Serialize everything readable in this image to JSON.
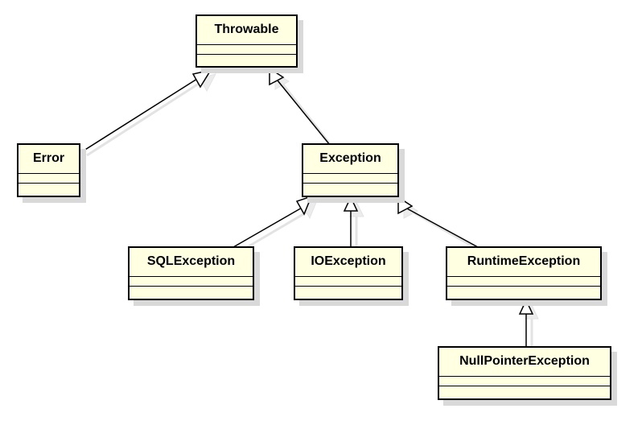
{
  "diagram": {
    "classes": {
      "throwable": "Throwable",
      "error": "Error",
      "exception": "Exception",
      "sql_exception": "SQLException",
      "io_exception": "IOException",
      "runtime_exception": "RuntimeException",
      "null_pointer_exception": "NullPointerException"
    },
    "colors": {
      "class_fill": "#ffffe1",
      "border": "#000000",
      "shadow": "#d9d9d9",
      "arrow_fill": "#ffffff"
    },
    "relationships": [
      {
        "type": "generalization",
        "from": "Error",
        "to": "Throwable"
      },
      {
        "type": "generalization",
        "from": "Exception",
        "to": "Throwable"
      },
      {
        "type": "generalization",
        "from": "SQLException",
        "to": "Exception"
      },
      {
        "type": "generalization",
        "from": "IOException",
        "to": "Exception"
      },
      {
        "type": "generalization",
        "from": "RuntimeException",
        "to": "Exception"
      },
      {
        "type": "generalization",
        "from": "NullPointerException",
        "to": "RuntimeException"
      }
    ]
  }
}
